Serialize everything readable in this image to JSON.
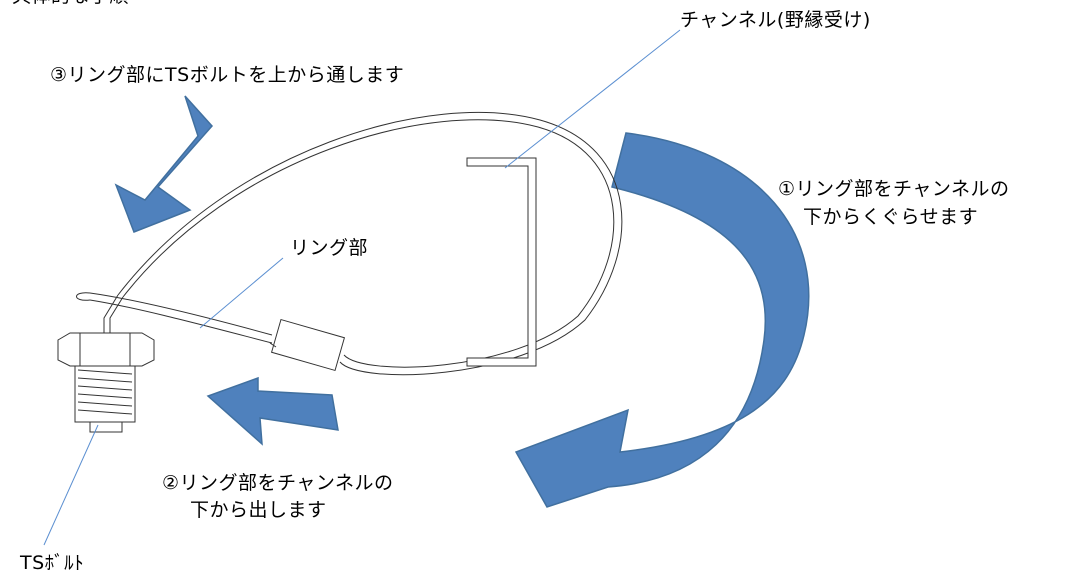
{
  "labels": {
    "top_clipped": "具体的な手順",
    "channel": "チャンネル(野縁受け)",
    "step3": "③リング部にTSボルトを上から通します",
    "step1_line1": "①リング部をチャンネルの",
    "step1_line2": "下からくぐらせます",
    "ring": "リング部",
    "step2_line1": "②リング部をチャンネルの",
    "step2_line2": "下から出します",
    "bolt": "TSﾎﾞﾙﾄ"
  },
  "colors": {
    "arrow_fill": "#4f81bd",
    "arrow_stroke": "#41709f",
    "leader_line": "#5b8fd1",
    "outline": "#333333"
  },
  "icons": {
    "step1": "curved-arrow-icon",
    "step2": "arrow-icon",
    "step3": "arrow-icon"
  }
}
